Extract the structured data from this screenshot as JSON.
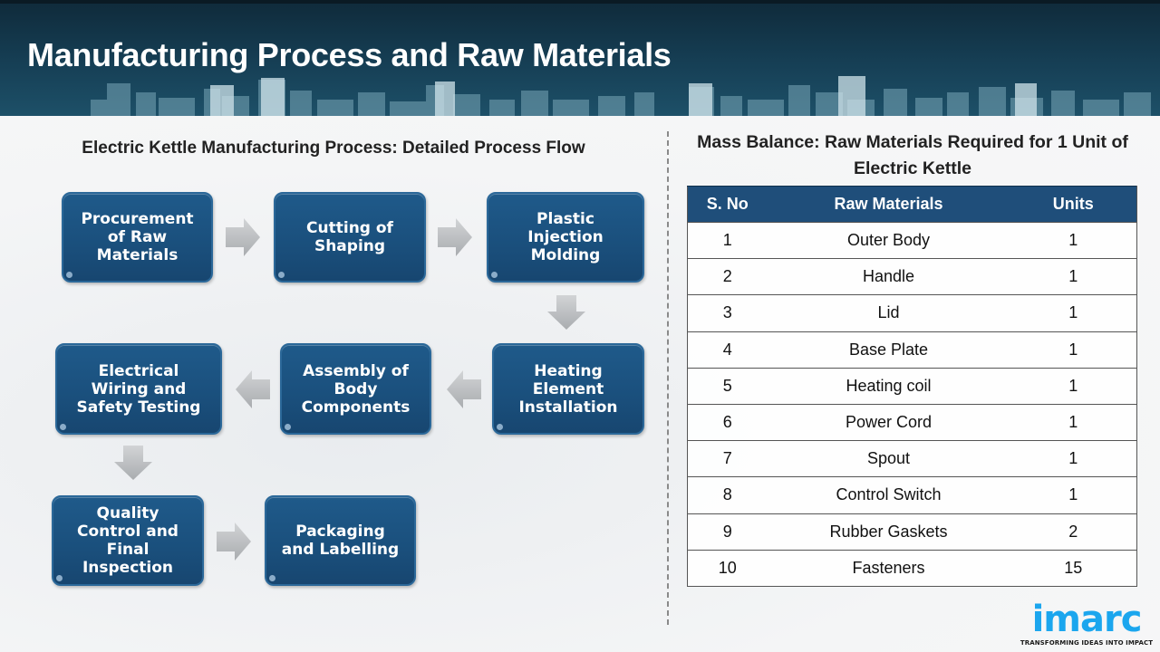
{
  "header": {
    "title": "Manufacturing Process and Raw Materials"
  },
  "process_flow": {
    "title": "Electric Kettle Manufacturing Process: Detailed Process Flow",
    "steps": [
      {
        "label": "Procurement\nof Raw\nMaterials"
      },
      {
        "label": "Cutting of\nShaping"
      },
      {
        "label": "Plastic\nInjection\nMolding"
      },
      {
        "label": "Heating\nElement\nInstallation"
      },
      {
        "label": "Assembly of\nBody\nComponents"
      },
      {
        "label": "Electrical\nWiring and\nSafety Testing"
      },
      {
        "label": "Quality\nControl and\nFinal\nInspection"
      },
      {
        "label": "Packaging\nand Labelling"
      }
    ],
    "box_color": "#1b4f7d",
    "arrow_color": "#b5b8bb"
  },
  "mass_balance": {
    "title": "Mass Balance: Raw Materials Required for 1 Unit of Electric Kettle",
    "header_color": "#1f4e7a",
    "columns": [
      "S. No",
      "Raw Materials",
      "Units"
    ],
    "rows": [
      {
        "sno": "1",
        "material": "Outer Body",
        "units": "1"
      },
      {
        "sno": "2",
        "material": "Handle",
        "units": "1"
      },
      {
        "sno": "3",
        "material": "Lid",
        "units": "1"
      },
      {
        "sno": "4",
        "material": "Base Plate",
        "units": "1"
      },
      {
        "sno": "5",
        "material": "Heating coil",
        "units": "1"
      },
      {
        "sno": "6",
        "material": "Power Cord",
        "units": "1"
      },
      {
        "sno": "7",
        "material": "Spout",
        "units": "1"
      },
      {
        "sno": "8",
        "material": "Control Switch",
        "units": "1"
      },
      {
        "sno": "9",
        "material": "Rubber Gaskets",
        "units": "2"
      },
      {
        "sno": "10",
        "material": "Fasteners",
        "units": "15"
      }
    ]
  },
  "logo": {
    "brand": "imarc",
    "tagline": "TRANSFORMING IDEAS INTO IMPACT",
    "color": "#1ba6ee"
  }
}
